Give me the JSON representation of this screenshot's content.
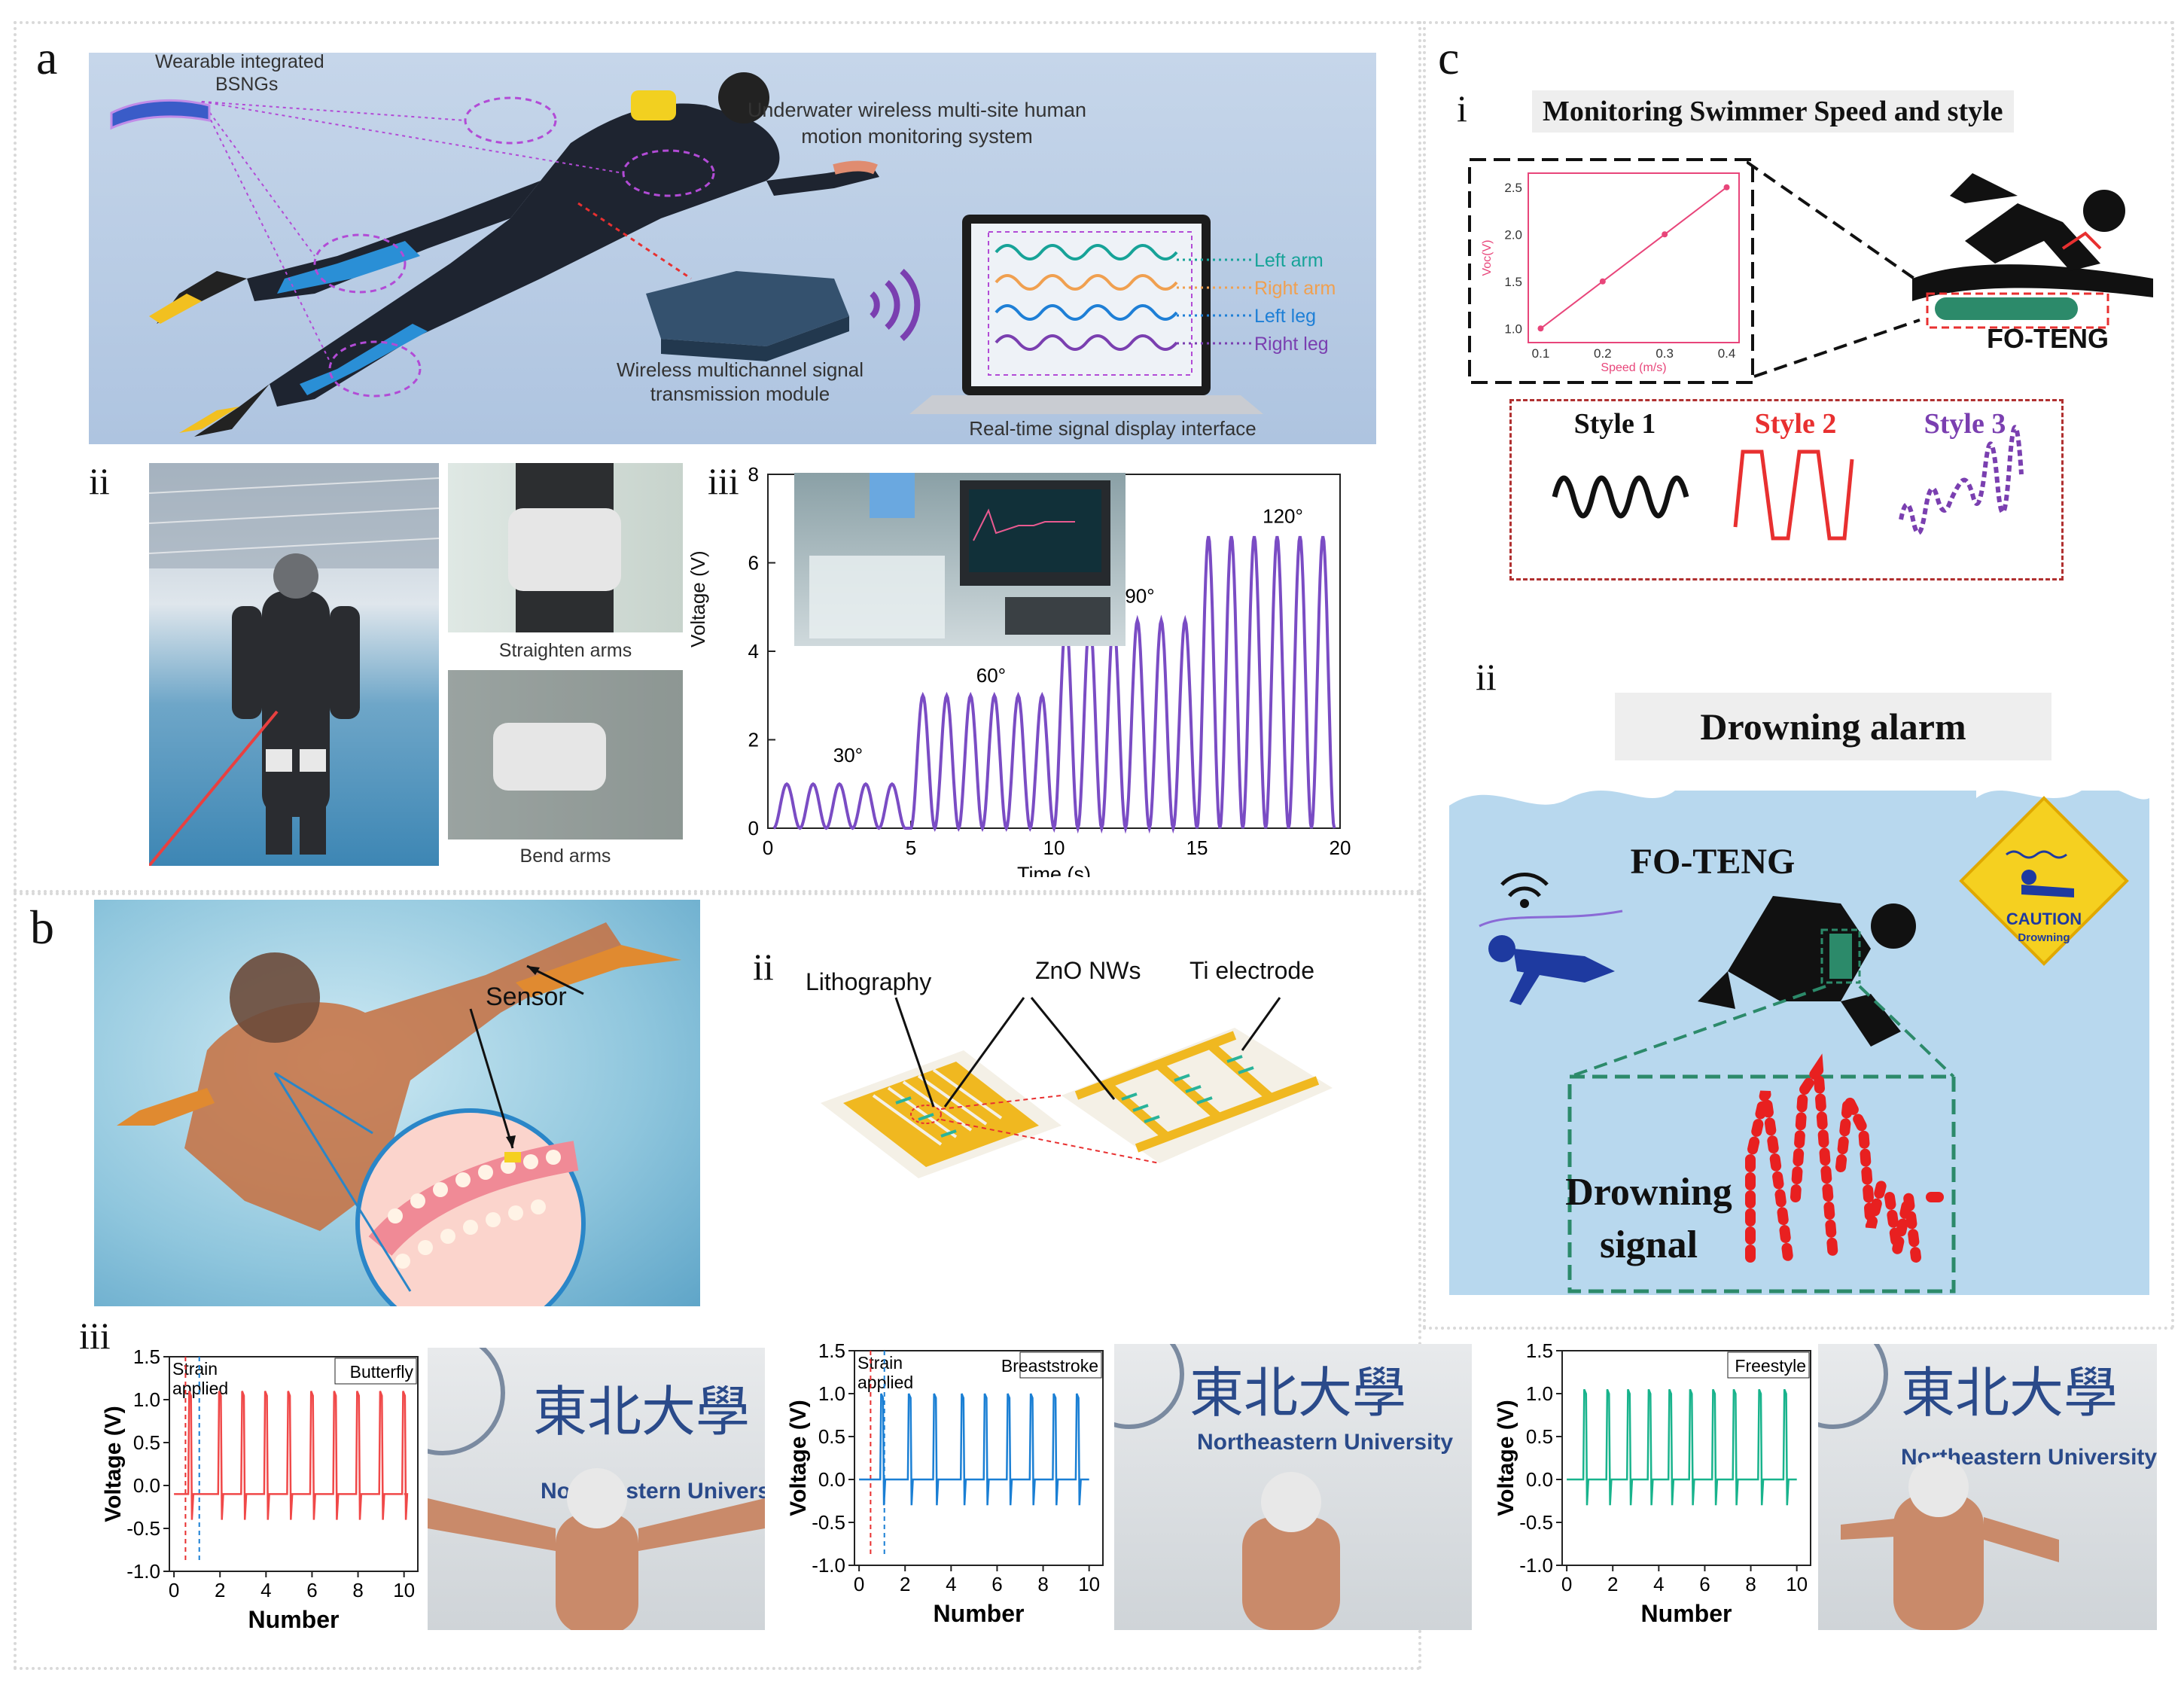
{
  "panels": {
    "a": "a",
    "b": "b",
    "c": "c"
  },
  "roman": {
    "i": "i",
    "ii": "ii",
    "iii": "iii"
  },
  "a_i": {
    "wearable": "Wearable integrated",
    "bsngs": "BSNGs",
    "title_l1": "Underwater wireless multi-site human",
    "title_l2": "motion monitoring system",
    "module_l1": "Wireless multichannel signal",
    "module_l2": "transmission module",
    "display": "Real-time signal display interface",
    "channels": [
      {
        "label": "Left arm",
        "color": "#17a398"
      },
      {
        "label": "Right arm",
        "color": "#f0a050"
      },
      {
        "label": "Left leg",
        "color": "#1e7fd6"
      },
      {
        "label": "Right leg",
        "color": "#7a3fb0"
      }
    ]
  },
  "a_ii": {
    "straighten": "Straighten arms",
    "bend": "Bend arms"
  },
  "a_iii": {
    "chart_data": {
      "type": "line",
      "xlabel": "Time (s)",
      "ylabel": "Voltage (V)",
      "xlim": [
        0,
        20
      ],
      "ylim": [
        0,
        8
      ],
      "xticks": [
        "0",
        "5",
        "10",
        "15",
        "20"
      ],
      "yticks": [
        "0",
        "2",
        "4",
        "6",
        "8"
      ],
      "series": [
        {
          "segments": [
            {
              "x0": 0.2,
              "x1": 4.8,
              "peaks": 5,
              "peak": 1.0
            },
            {
              "x0": 5.0,
              "x1": 10.0,
              "peaks": 6,
              "peak": 3.0
            },
            {
              "x0": 10.0,
              "x1": 15.0,
              "peaks": 6,
              "peak": 4.7
            },
            {
              "x0": 15.0,
              "x1": 19.8,
              "peaks": 6,
              "peak": 6.6
            }
          ]
        }
      ],
      "annotations": [
        {
          "text": "30°",
          "x": 2.8,
          "y": 1.5
        },
        {
          "text": "60°",
          "x": 7.8,
          "y": 3.3
        },
        {
          "text": "90°",
          "x": 13.0,
          "y": 5.1
        },
        {
          "text": "120°",
          "x": 18.0,
          "y": 6.9
        }
      ],
      "color": "#7a4cc4"
    }
  },
  "b_i": {
    "sensor": "Sensor"
  },
  "b_ii": {
    "litho": "Lithography",
    "zno": "ZnO NWs",
    "ti": "Ti  electrode"
  },
  "b_iii": {
    "charts": [
      {
        "type": "line",
        "style": "Butterfly",
        "color": "#f04848",
        "strain": "Strain",
        "applied": "applied",
        "xlabel": "Number",
        "ylabel": "Voltage (V)",
        "xlim": [
          -0.2,
          10.6
        ],
        "ylim": [
          -1.0,
          1.5
        ],
        "xticks": [
          "0",
          "2",
          "4",
          "6",
          "8",
          "10"
        ],
        "yticks": [
          "-1.0",
          "-0.5",
          "0.0",
          "0.5",
          "1.0",
          "1.5"
        ],
        "peaks": [
          0.7,
          2.0,
          3.0,
          4.0,
          5.0,
          6.0,
          7.0,
          8.0,
          9.0,
          10.0
        ],
        "peak_value": 1.1,
        "base": -0.1
      },
      {
        "type": "line",
        "style": "Breaststroke",
        "color": "#1a7fd4",
        "strain": "Strain",
        "applied": "applied",
        "xlabel": "Number",
        "ylabel": "Voltage (V)",
        "xlim": [
          -0.2,
          10.6
        ],
        "ylim": [
          -1.0,
          1.5
        ],
        "xticks": [
          "0",
          "2",
          "4",
          "6",
          "8",
          "10"
        ],
        "yticks": [
          "-1.0",
          "-0.5",
          "0.0",
          "0.5",
          "1.0",
          "1.5"
        ],
        "peaks": [
          1.0,
          2.2,
          3.3,
          4.5,
          5.5,
          6.5,
          7.5,
          8.5,
          9.5
        ],
        "peak_value": 1.0,
        "base": 0.0
      },
      {
        "type": "line",
        "style": "Freestyle",
        "color": "#18b38c",
        "strain": "",
        "applied": "",
        "xlabel": "Number",
        "ylabel": "Voltage (V)",
        "xlim": [
          -0.2,
          10.6
        ],
        "ylim": [
          -1.0,
          1.5
        ],
        "xticks": [
          "0",
          "2",
          "4",
          "6",
          "8",
          "10"
        ],
        "yticks": [
          "-1.0",
          "-0.5",
          "0.0",
          "0.5",
          "1.0",
          "1.5"
        ],
        "peaks": [
          0.8,
          1.8,
          2.7,
          3.6,
          4.5,
          5.4,
          6.4,
          7.3,
          8.4,
          9.5
        ],
        "peak_value": 1.05,
        "base": 0.0
      }
    ],
    "univ_name": "Northeastern University",
    "univ_chinese": "東北大學"
  },
  "c_i": {
    "title": "Monitoring Swimmer Speed and style",
    "inset_chart": {
      "type": "line",
      "xlabel": "Speed (m/s)",
      "ylabel": "Voc(V)",
      "xticks": [
        "0.1",
        "0.2",
        "0.3",
        "0.4"
      ],
      "yticks": [
        "1.0",
        "1.5",
        "2.0",
        "2.5"
      ],
      "x": [
        0.1,
        0.2,
        0.3,
        0.4
      ],
      "y": [
        1.0,
        1.5,
        2.0,
        2.5
      ],
      "xlim": [
        0.08,
        0.42
      ],
      "ylim": [
        0.85,
        2.65
      ],
      "color": "#e8457a"
    },
    "foteng": "FO-TENG",
    "styles": [
      {
        "label": "Style 1",
        "color": "#111111"
      },
      {
        "label": "Style 2",
        "color": "#e83030"
      },
      {
        "label": "Style 3",
        "color": "#7a3fb0"
      }
    ]
  },
  "c_ii": {
    "title": "Drowning alarm",
    "foteng": "FO-TENG",
    "caution": "CAUTION",
    "drowning_sign": "Drowning",
    "signal_l1": "Drowning",
    "signal_l2": "signal"
  }
}
